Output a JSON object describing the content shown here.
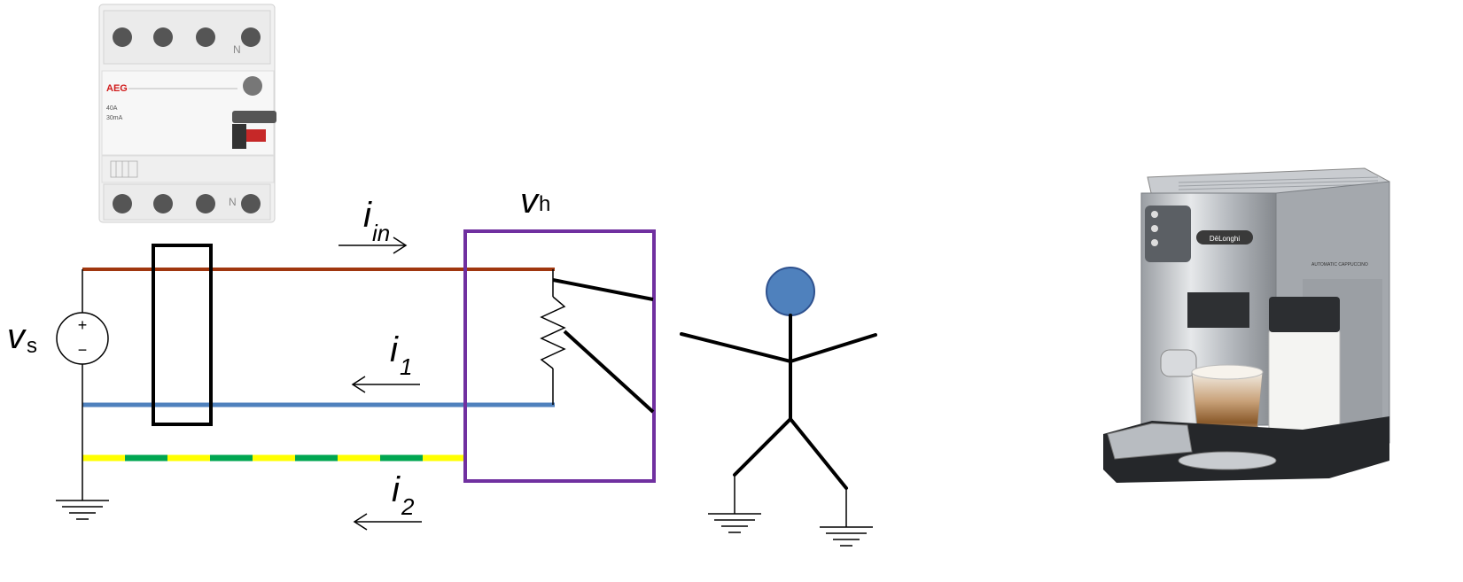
{
  "labels": {
    "vs_main": "v",
    "vs_sub": "s",
    "vh_main": "v",
    "vh_sub": "h",
    "iin_main": "i",
    "iin_sub": "in",
    "i1_main": "i",
    "i1_sub": "1",
    "i2_main": "i",
    "i2_sub": "2",
    "source_plus": "+",
    "source_minus": "−"
  },
  "rcd": {
    "brand": "AEG",
    "rating": "40A",
    "sensitivity": "30mA",
    "neutral_top": "N",
    "neutral_bottom": "N"
  },
  "coffee_machine": {
    "brand": "DēLonghi",
    "model": "AUTOMATIC CAPPUCCINO"
  },
  "colors": {
    "phase_wire": "#a0370f",
    "neutral_wire": "#4f81bd",
    "earth_yellow": "#ffff00",
    "earth_green": "#00a651",
    "appliance_box": "#7030a0",
    "person_head": "#4f81bd",
    "black": "#000000"
  }
}
